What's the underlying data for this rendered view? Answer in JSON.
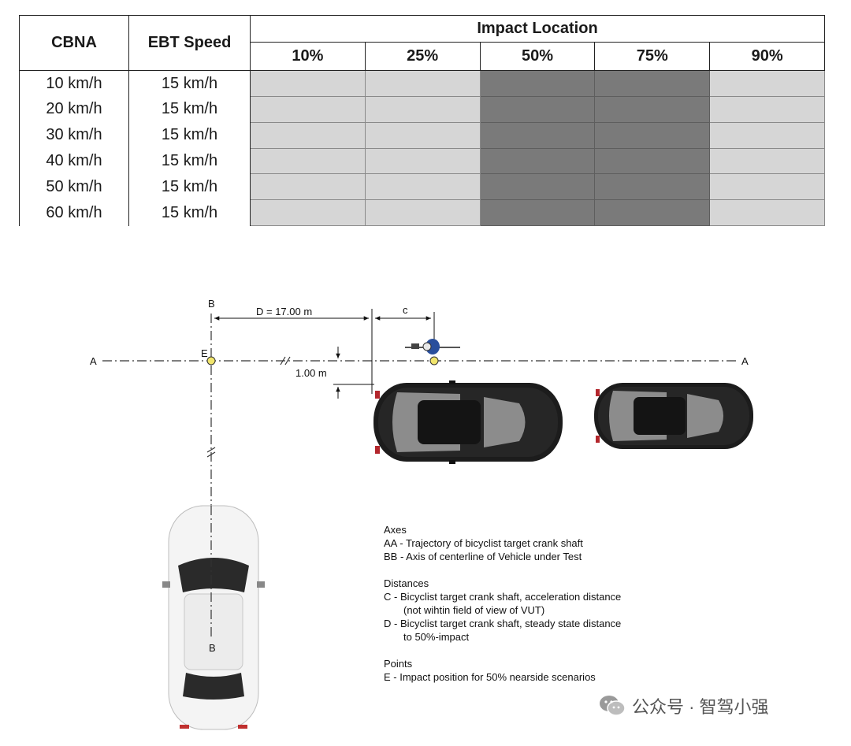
{
  "table": {
    "headers": {
      "cbna": "CBNA",
      "ebt_speed": "EBT Speed",
      "impact_location": "Impact Location",
      "impact_columns": [
        "10%",
        "25%",
        "50%",
        "75%",
        "90%"
      ]
    },
    "rows": [
      {
        "cbna": "10 km/h",
        "ebt": "15 km/h",
        "cells": [
          "light",
          "light",
          "dark",
          "dark",
          "light"
        ]
      },
      {
        "cbna": "20 km/h",
        "ebt": "15 km/h",
        "cells": [
          "light",
          "light",
          "dark",
          "dark",
          "light"
        ]
      },
      {
        "cbna": "30 km/h",
        "ebt": "15 km/h",
        "cells": [
          "light",
          "light",
          "dark",
          "dark",
          "light"
        ]
      },
      {
        "cbna": "40 km/h",
        "ebt": "15 km/h",
        "cells": [
          "light",
          "light",
          "dark",
          "dark",
          "light"
        ]
      },
      {
        "cbna": "50 km/h",
        "ebt": "15 km/h",
        "cells": [
          "light",
          "light",
          "dark",
          "dark",
          "light"
        ]
      },
      {
        "cbna": "60 km/h",
        "ebt": "15 km/h",
        "cells": [
          "light",
          "light",
          "dark",
          "dark",
          "light"
        ]
      }
    ],
    "colors": {
      "light": "#d6d6d6",
      "dark": "#7a7a7a"
    }
  },
  "diagram": {
    "axis_a": "A",
    "axis_b": "B",
    "point_e": "E",
    "distance_d": "D = 17.00 m",
    "distance_c": "c",
    "offset": "1.00 m"
  },
  "legend": {
    "axes_title": "Axes",
    "axes": [
      "AA - Trajectory of bicyclist target crank shaft",
      "BB - Axis of centerline of Vehicle under Test"
    ],
    "distances_title": "Distances",
    "distances": [
      {
        "line1": "C - Bicyclist target crank shaft, acceleration distance",
        "line2": "(not wihtin field of view of VUT)"
      },
      {
        "line1": "D - Bicyclist target crank shaft, steady state distance",
        "line2": "to 50%-impact"
      }
    ],
    "points_title": "Points",
    "points": [
      "E - Impact position for 50% nearside scenarios"
    ]
  },
  "watermark": {
    "text": "公众号 · 智驾小强",
    "icon": "wechat-icon"
  },
  "colors": {
    "marker_yellow": "#f1e56c",
    "car_dark": "#1c1c1c",
    "car_white": "#f4f4f4"
  }
}
